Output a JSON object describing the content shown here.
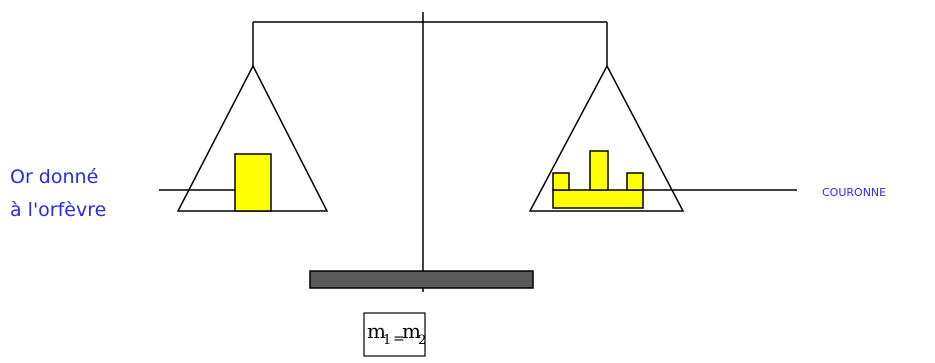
{
  "labels": {
    "left_pan": {
      "line1": "Or donné",
      "line2": "à l'orfèvre"
    },
    "right_pan": "COURONNE"
  },
  "formula": {
    "m1_base": "m",
    "m1_sub": "1",
    "equals": "=",
    "m2_base": "m",
    "m2_sub": "2"
  },
  "colors": {
    "line": "#000000",
    "gold": "#ffff00",
    "base": "#595959",
    "text_blue": "#2a2ae8"
  }
}
